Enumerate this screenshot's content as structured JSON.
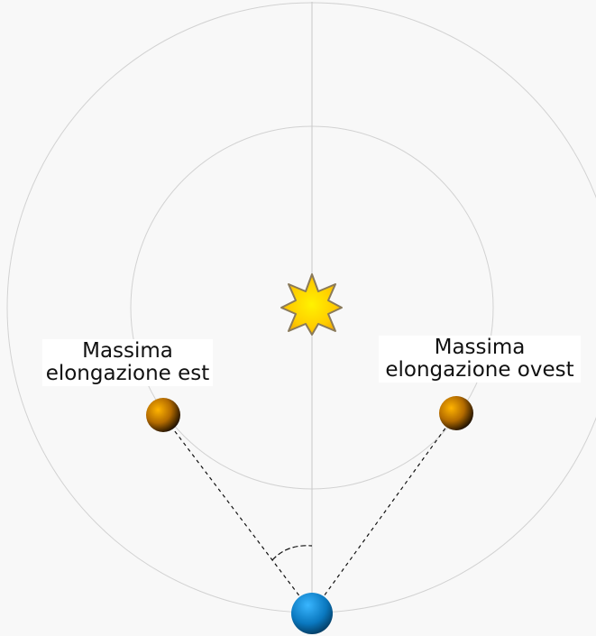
{
  "labels": {
    "east": [
      "Massima",
      "elongazione est"
    ],
    "west": [
      "Massima",
      "elongazione ovest"
    ]
  },
  "icons": {
    "sun": "sun-star-icon",
    "planet": "inner-planet-sphere",
    "earth": "earth-sphere"
  },
  "colors": {
    "background": "#f8f8f8",
    "orbit": "#cfcfcf",
    "sun_fill": "#ffd200",
    "sun_stroke": "#8a7a5a",
    "planet": "#c07800",
    "earth": "#1a8fd6",
    "sight_line": "#111111"
  }
}
